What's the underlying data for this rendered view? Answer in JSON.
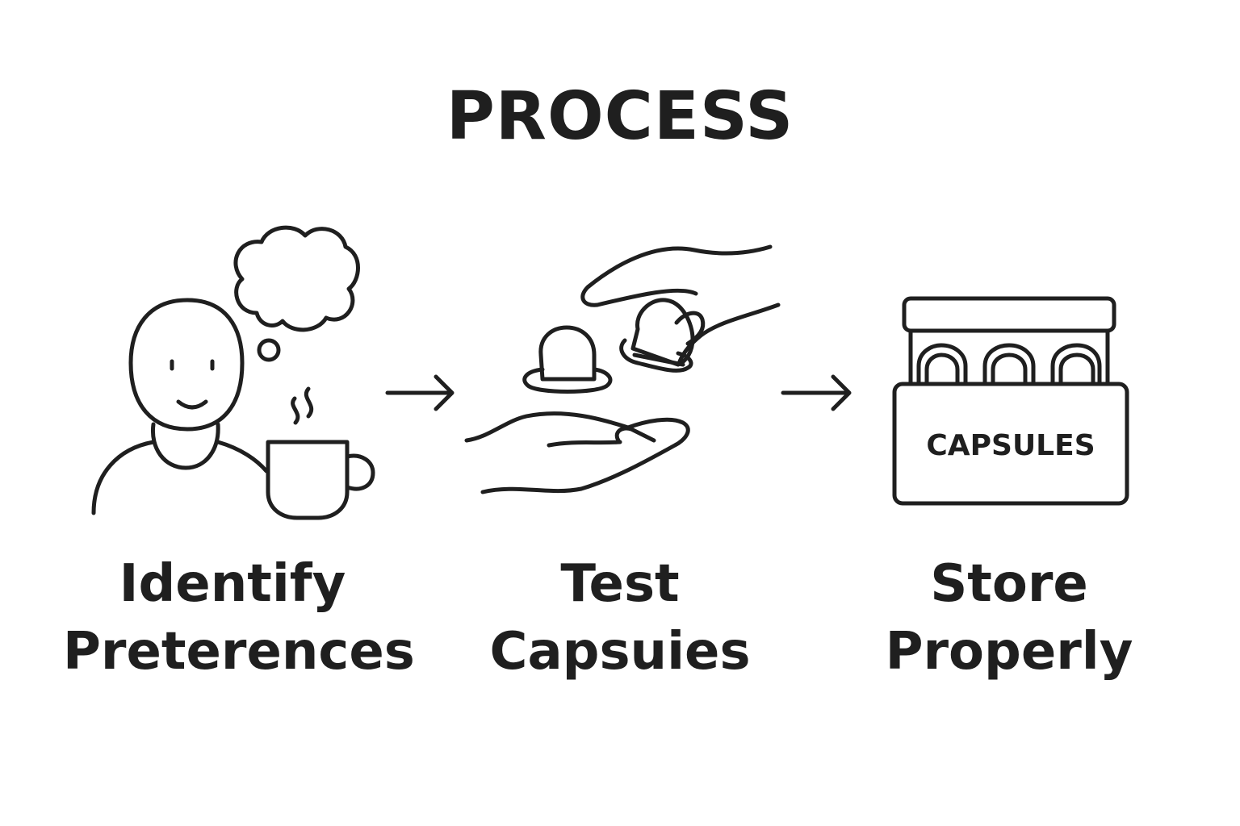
{
  "title": "PROCESS",
  "stroke_color": "#1f1f1f",
  "steps": [
    {
      "line1": "Identify",
      "line2": "Preterences",
      "icon": "person-thinking-with-coffee-icon"
    },
    {
      "line1": "Test",
      "line2": "Capsuies",
      "icon": "hands-exchanging-capsules-icon"
    },
    {
      "line1": "Store",
      "line2": "Properly",
      "icon": "capsule-storage-box-icon",
      "box_label": "CAPSULES"
    }
  ],
  "connectors": [
    "arrow-right-icon",
    "arrow-right-icon"
  ]
}
